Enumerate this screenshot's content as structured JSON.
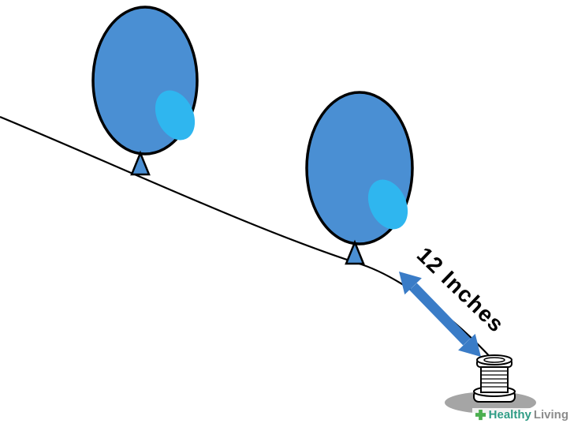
{
  "illustration": {
    "measurement_label": "12 Inches"
  },
  "watermark": {
    "brand_primary": "Healthy",
    "brand_secondary": "Living",
    "icon": "health-plus-icon"
  },
  "colors": {
    "background": "#ffffff",
    "balloon_fill": "#4a8fd3",
    "balloon_highlight": "#2fb6ef",
    "string": "#000000",
    "outline": "#000000",
    "arrow": "#3a7cc7",
    "shadow": "#a5a5a5",
    "spool_fill": "#ffffff",
    "watermark_icon_green": "#4caf50",
    "watermark_primary_text": "#2f9c85",
    "watermark_secondary_text": "#8c8c8c"
  }
}
